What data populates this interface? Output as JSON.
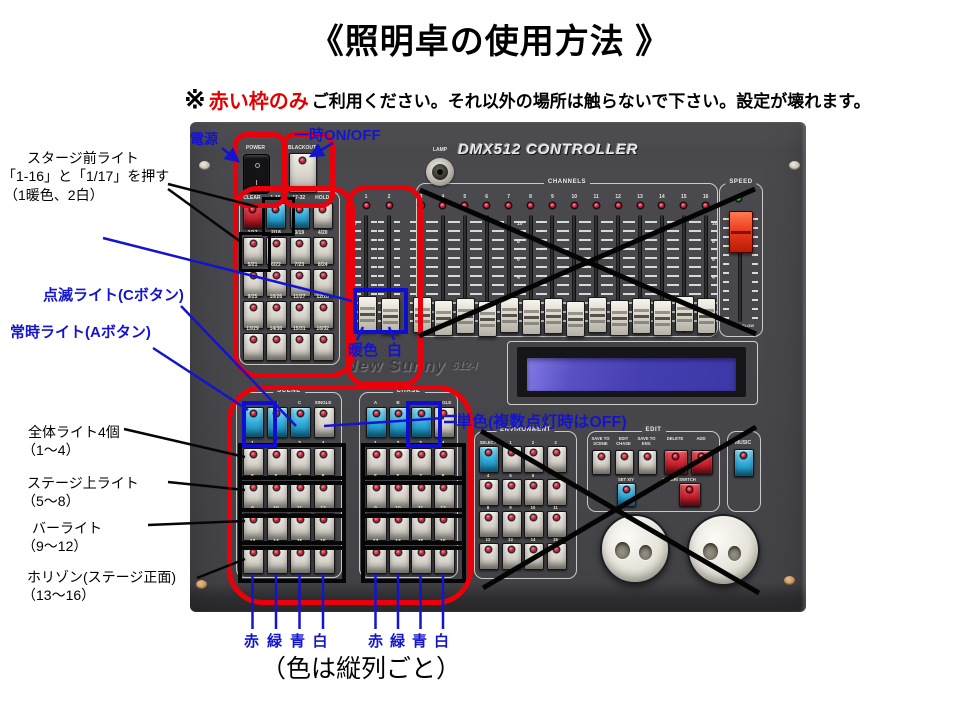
{
  "title": "《照明卓の使用方法 》",
  "warning": {
    "prefix": "※",
    "highlight": "赤い枠のみ",
    "text": "ご利用ください。それ以外の場所は触らないで下さい。設定が壊れます。"
  },
  "annotations": {
    "power": "電源",
    "temp_onoff": "一時ON/OFF",
    "stage_front_line1": "スタージ前ライト",
    "stage_front_line2": "「1-16」と「1/17」を押す",
    "stage_front_line3": "（1暖色、2白）",
    "blink": "点滅ライト(Cボタン)",
    "always": "常時ライト(Aボタン)",
    "all_lights_line1": "全体ライト4個",
    "all_lights_line2": "（1～4）",
    "stage_top_line1": "ステージ上ライト",
    "stage_top_line2": "（5～8）",
    "bar_line1": "バーライト",
    "bar_line2": "（9～12）",
    "horizon_line1": "ホリゾン(ステージ正面)",
    "horizon_line2": "（13～16）",
    "warm": "暖色",
    "white": "白",
    "single": "単色(複数点灯時はOFF)",
    "colors": [
      "赤",
      "緑",
      "青",
      "白"
    ],
    "colors_note": "（色は縦列ごと）"
  },
  "panel": {
    "logo": "DMX512 CONTROLLER",
    "brand": "New Sunny",
    "brand_model": "512-I",
    "power_label": "POWER",
    "blackout_label": "BLACKOUT",
    "lamp_label": "LAMP",
    "scanner": {
      "label": "SCANNER",
      "top": [
        {
          "label": "CLEAR",
          "color": "red"
        },
        {
          "label": "1-16",
          "color": "blue"
        },
        {
          "label": "17-32",
          "color": "blue"
        },
        {
          "label": "HOLD",
          "color": "gray"
        }
      ],
      "grid": [
        "1/17",
        "2/18",
        "3/19",
        "4/20",
        "5/21",
        "6/22",
        "7/23",
        "8/24",
        "9/25",
        "10/26",
        "11/27",
        "12/28",
        "13/29",
        "14/30",
        "15/31",
        "16/32"
      ]
    },
    "channels": {
      "label": "CHANNELS",
      "numbers": [
        "1",
        "2",
        "3",
        "4",
        "5",
        "6",
        "7",
        "8",
        "9",
        "10",
        "11",
        "12",
        "13",
        "14",
        "15",
        "16"
      ],
      "scale": [
        "10",
        "8",
        "6",
        "4"
      ]
    },
    "speed": {
      "label": "SPEED",
      "slow": "SLOW"
    },
    "scene": {
      "label": "SCENE",
      "top": [
        {
          "label": "A",
          "color": "blue"
        },
        {
          "label": "B",
          "color": "blue"
        },
        {
          "label": "C",
          "color": "blue"
        },
        {
          "label": "SINGLE",
          "color": "gray"
        }
      ],
      "numbers": [
        "1",
        "2",
        "3",
        "4",
        "5",
        "6",
        "7",
        "8",
        "9",
        "10",
        "11",
        "12",
        "13",
        "14",
        "15",
        "16"
      ]
    },
    "chase": {
      "label": "CHASE",
      "top": [
        {
          "label": "A",
          "color": "blue"
        },
        {
          "label": "B",
          "color": "blue"
        },
        {
          "label": "C",
          "color": "blue"
        },
        {
          "label": "SINGLE",
          "color": "gray"
        }
      ],
      "numbers": [
        "1",
        "2",
        "3",
        "4",
        "5",
        "6",
        "7",
        "8",
        "9",
        "10",
        "11",
        "12",
        "13",
        "14",
        "15",
        "16"
      ]
    },
    "environment": {
      "label": "ENVIRONMENT",
      "labels": [
        "SELECT",
        "1",
        "2",
        "3",
        "4",
        "5",
        "6",
        "7",
        "8",
        "9",
        "10",
        "11",
        "12",
        "13",
        "14",
        "15"
      ]
    },
    "edit": {
      "label": "EDIT",
      "top": [
        {
          "label": "SAVE TO\nSCENE",
          "color": "gray"
        },
        {
          "label": "EDIT\nCHASE",
          "color": "gray"
        },
        {
          "label": "SAVE TO\nENV.",
          "color": "gray"
        },
        {
          "label": "DELETE",
          "color": "red"
        },
        {
          "label": "ADD",
          "color": "red"
        }
      ],
      "setxy": "SET X/Y",
      "other": "OTHER/ SWITCH"
    },
    "music": {
      "label": "MUSIC"
    }
  },
  "colors": {
    "annotation_red": "#e9000a",
    "annotation_blue": "#1414cf",
    "panel_gray": "#47474b"
  }
}
